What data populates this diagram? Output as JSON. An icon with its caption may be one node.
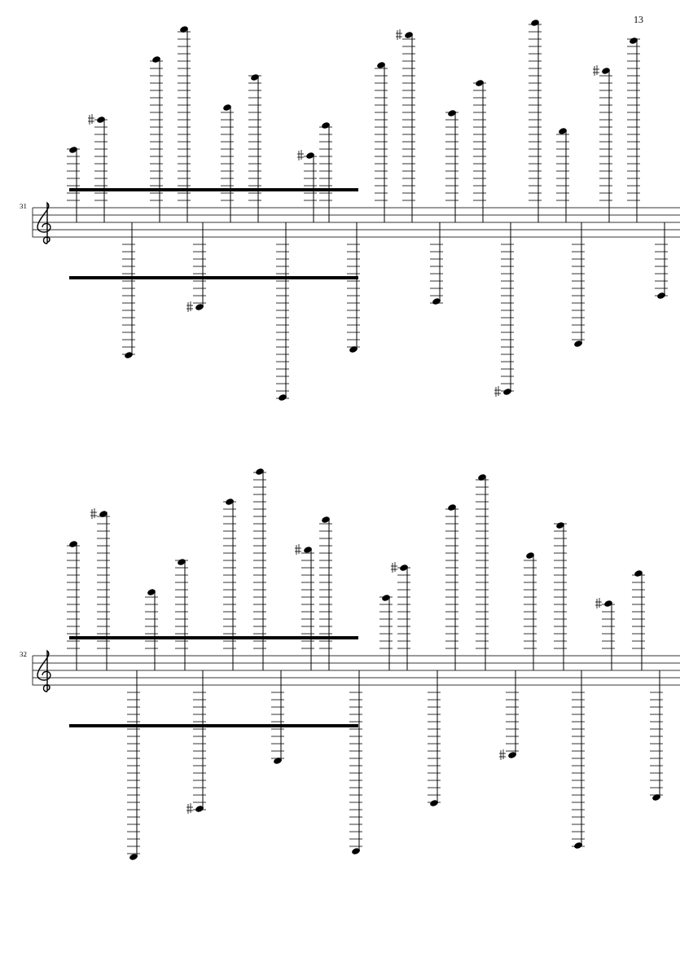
{
  "diagram": {
    "labels": [
      "13",
      "31",
      "32"
    ]
  }
}
